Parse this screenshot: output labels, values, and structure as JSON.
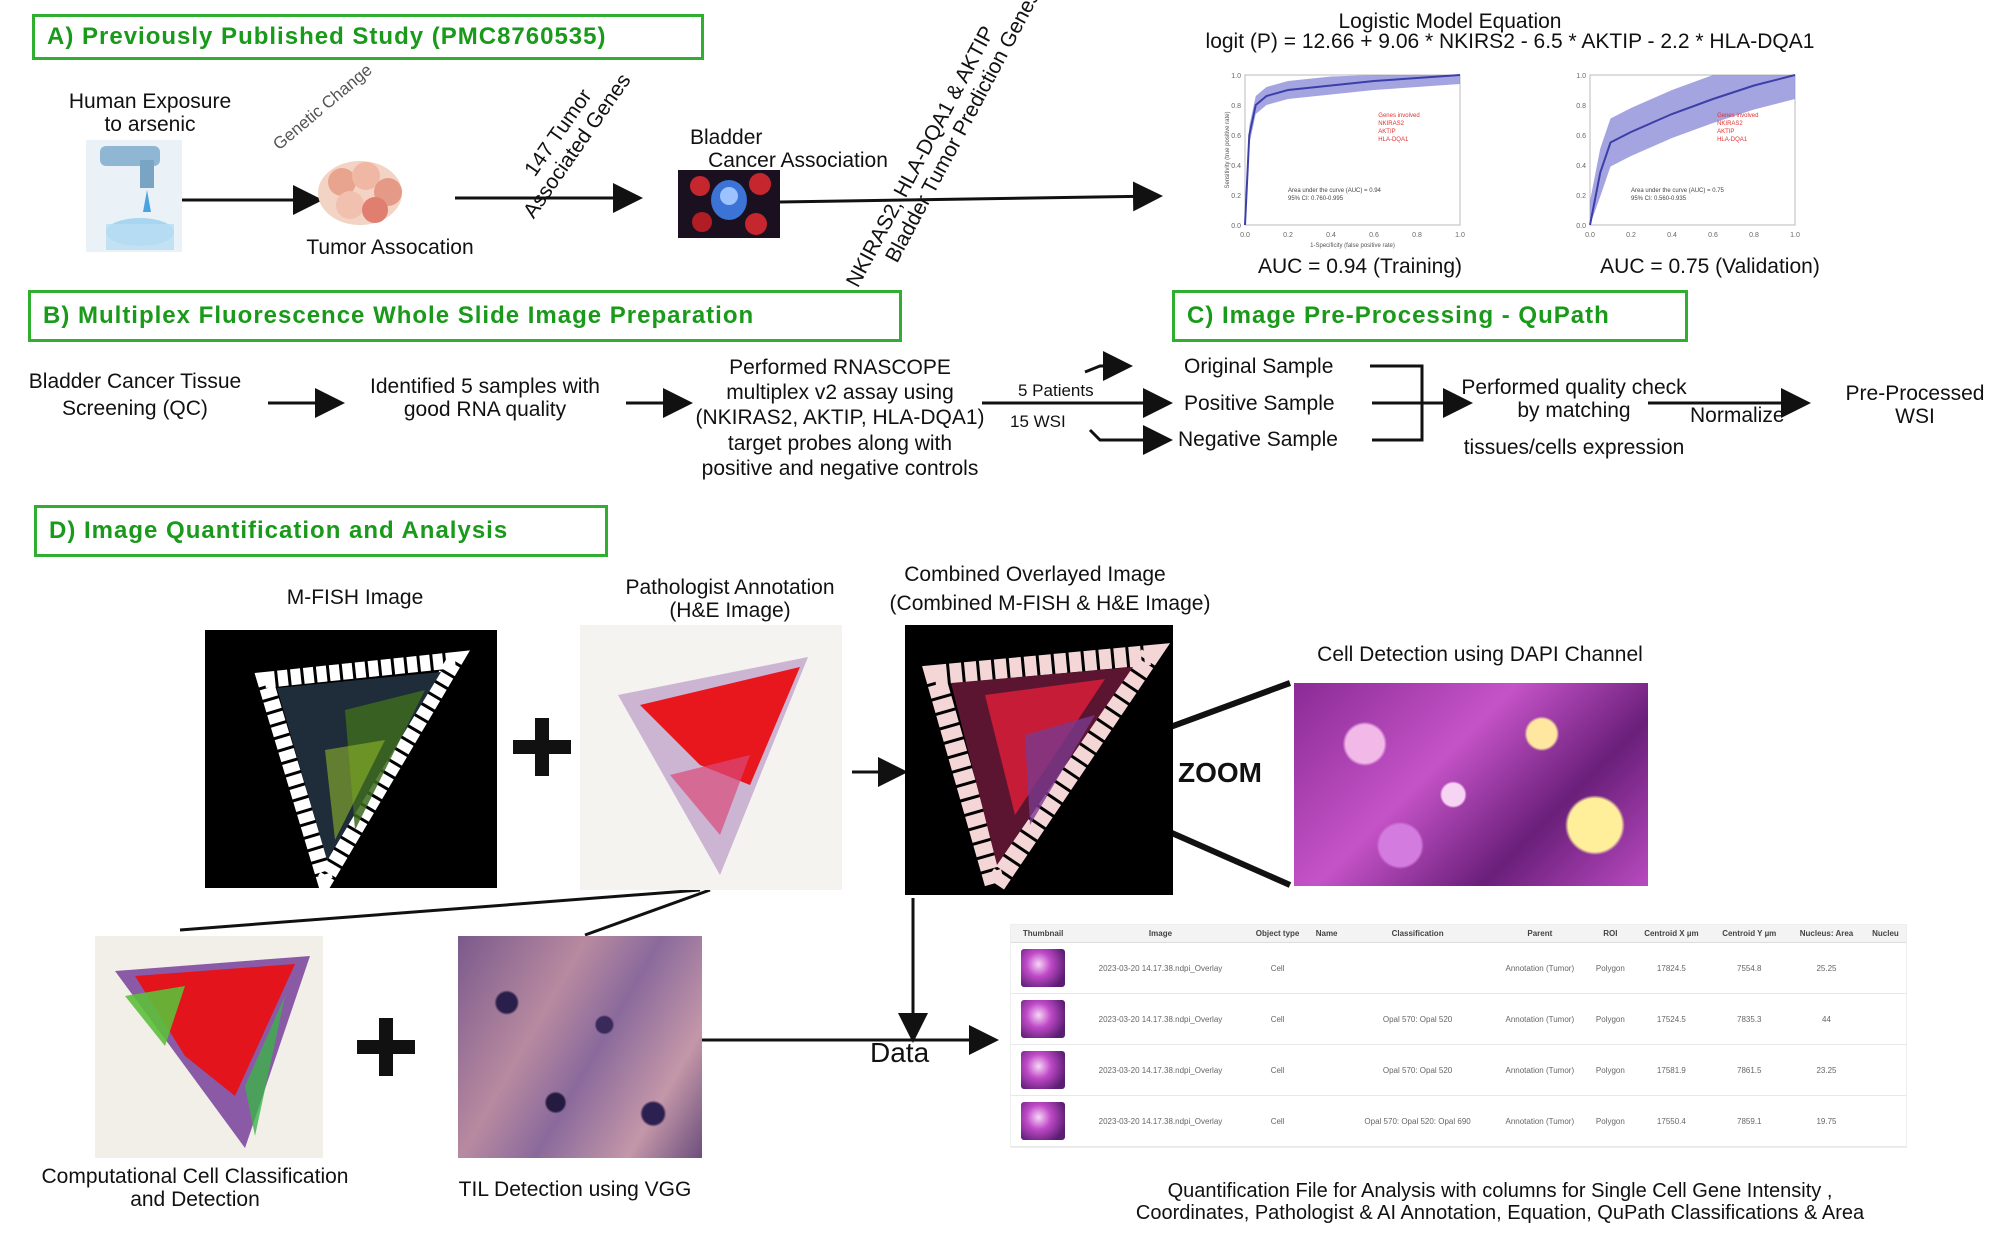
{
  "sections": {
    "a": "A) Previously Published Study (PMC8760535)",
    "b": "B) Multiplex Fluorescence Whole Slide Image Preparation",
    "c": "C) Image Pre-Processing - QuPath",
    "d": "D) Image Quantification and Analysis"
  },
  "panel_a": {
    "exposure_line1": "Human Exposure",
    "exposure_line2": "to arsenic",
    "genetic_change": "Genetic Change",
    "tumor_association": "Tumor Assocation",
    "genes_147_line1": "147 Tumor",
    "genes_147_line2": "Associated Genes",
    "bladder_line1": "Bladder",
    "bladder_line2": "Cancer Association",
    "prediction_line1": "NKIRAS2, HLA-DQA1 & AKTIP",
    "prediction_line2": "Bladder Tumor Prediction Genes",
    "equation_title": "Logistic Model Equation",
    "equation": "logit (P) = 12.66 + 9.06 * NKIRS2 - 6.5 * AKTIP - 2.2 * HLA-DQA1",
    "auc_training": "AUC = 0.94 (Training)",
    "auc_validation": "AUC = 0.75 (Validation)"
  },
  "roc_training": {
    "type": "line",
    "x": [
      0,
      0.02,
      0.05,
      0.1,
      0.2,
      0.4,
      0.6,
      0.8,
      1.0
    ],
    "y": [
      0,
      0.6,
      0.8,
      0.86,
      0.9,
      0.93,
      0.96,
      0.98,
      1.0
    ],
    "legend": [
      "Genes involved",
      "NKIRAS2",
      "AKTIP",
      "HLA-DQA1"
    ],
    "annotation_line1": "Area under the curve (AUC) = 0.94",
    "annotation_line2": "95% CI: 0.760-0.995",
    "xlabel": "1-Specificity (false positive rate)",
    "ylabel": "Sensitivity (true positive rate)",
    "ticks": [
      "0.0",
      "0.2",
      "0.4",
      "0.6",
      "0.8",
      "1.0"
    ]
  },
  "roc_validation": {
    "type": "line",
    "x": [
      0,
      0.05,
      0.1,
      0.2,
      0.4,
      0.6,
      0.8,
      1.0
    ],
    "y": [
      0,
      0.35,
      0.55,
      0.62,
      0.74,
      0.84,
      0.93,
      1.0
    ],
    "legend": [
      "Genes involved",
      "NKIRAS2",
      "AKTIP",
      "HLA-DQA1"
    ],
    "annotation_line1": "Area under the curve (AUC) = 0.75",
    "annotation_line2": "95% CI: 0.560-0.935",
    "ticks": [
      "0.0",
      "0.2",
      "0.4",
      "0.6",
      "0.8",
      "1.0"
    ]
  },
  "panel_b": {
    "screening_line1": "Bladder Cancer Tissue",
    "screening_line2": "Screening (QC)",
    "identified_line1": "Identified 5 samples with",
    "identified_line2": "good RNA quality",
    "assay_line1": "Performed RNASCOPE",
    "assay_line2": "multiplex v2 assay using",
    "assay_line3": "(NKIRAS2, AKTIP, HLA-DQA1)",
    "assay_line4": "target probes along with",
    "assay_line5": "positive and negative controls",
    "patients": "5 Patients",
    "wsi": "15 WSI"
  },
  "panel_c": {
    "original": "Original Sample",
    "positive": "Positive Sample",
    "negative": "Negative Sample",
    "qc_line1": "Performed quality check",
    "qc_line2": "by matching",
    "qc_line3": "tissues/cells expression",
    "normalize": "Normalize",
    "output_line1": "Pre-Processed",
    "output_line2": "WSI"
  },
  "panel_d": {
    "mfish": "M-FISH Image",
    "path_line1": "Pathologist Annotation",
    "path_line2": "(H&E Image)",
    "combined_line1": "Combined Overlayed Image",
    "combined_line2": "(Combined M-FISH & H&E Image)",
    "cell_detection": "Cell Detection using DAPI Channel",
    "zoom": "ZOOM",
    "classification_line1": "Computational Cell Classification",
    "classification_line2": "and Detection",
    "til": "TIL Detection using VGG",
    "data": "Data",
    "quant_line1": "Quantification File for Analysis with columns for Single Cell Gene Intensity ,",
    "quant_line2": "Coordinates, Pathologist & AI Annotation, Equation, QuPath Classifications & Area"
  },
  "quant_table": {
    "columns": [
      "Thumbnail",
      "Image",
      "Object type",
      "Name",
      "Classification",
      "Parent",
      "ROI",
      "Centroid X µm",
      "Centroid Y µm",
      "Nucleus: Area",
      "Nucleu"
    ],
    "rows": [
      [
        "",
        "2023-03-20 14.17.38.ndpi_Overlay",
        "Cell",
        "",
        "",
        "Annotation (Tumor)",
        "Polygon",
        "17824.5",
        "7554.8",
        "25.25",
        ""
      ],
      [
        "",
        "2023-03-20 14.17.38.ndpi_Overlay",
        "Cell",
        "",
        "Opal 570: Opal 520",
        "Annotation (Tumor)",
        "Polygon",
        "17524.5",
        "7835.3",
        "44",
        ""
      ],
      [
        "",
        "2023-03-20 14.17.38.ndpi_Overlay",
        "Cell",
        "",
        "Opal 570: Opal 520",
        "Annotation (Tumor)",
        "Polygon",
        "17581.9",
        "7861.5",
        "23.25",
        ""
      ],
      [
        "",
        "2023-03-20 14.17.38.ndpi_Overlay",
        "Cell",
        "",
        "Opal 570: Opal 520: Opal 690",
        "Annotation (Tumor)",
        "Polygon",
        "17550.4",
        "7859.1",
        "19.75",
        ""
      ]
    ]
  },
  "colors": {
    "header_green": "#1a9a1a",
    "header_border": "#2fae2f",
    "roc_band": "#8d8fd8",
    "roc_line": "#3d3fa8"
  }
}
